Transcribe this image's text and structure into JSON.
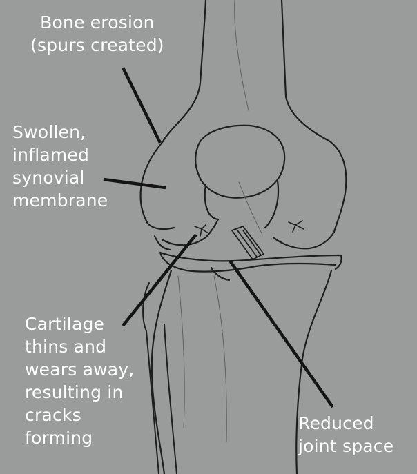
{
  "labels": {
    "bone_erosion": "Bone erosion\n(spurs created)",
    "synovial": "Swollen,\ninflamed\nsynovial\nmembrane",
    "cartilage": "Cartilage\nthins and\nwears away,\nresulting in\ncracks\nforming",
    "joint_space": "Reduced\njoint space"
  },
  "colors": {
    "background": "#9a9c9b",
    "line": "#1c1c1c",
    "label_text": "#ffffff"
  }
}
